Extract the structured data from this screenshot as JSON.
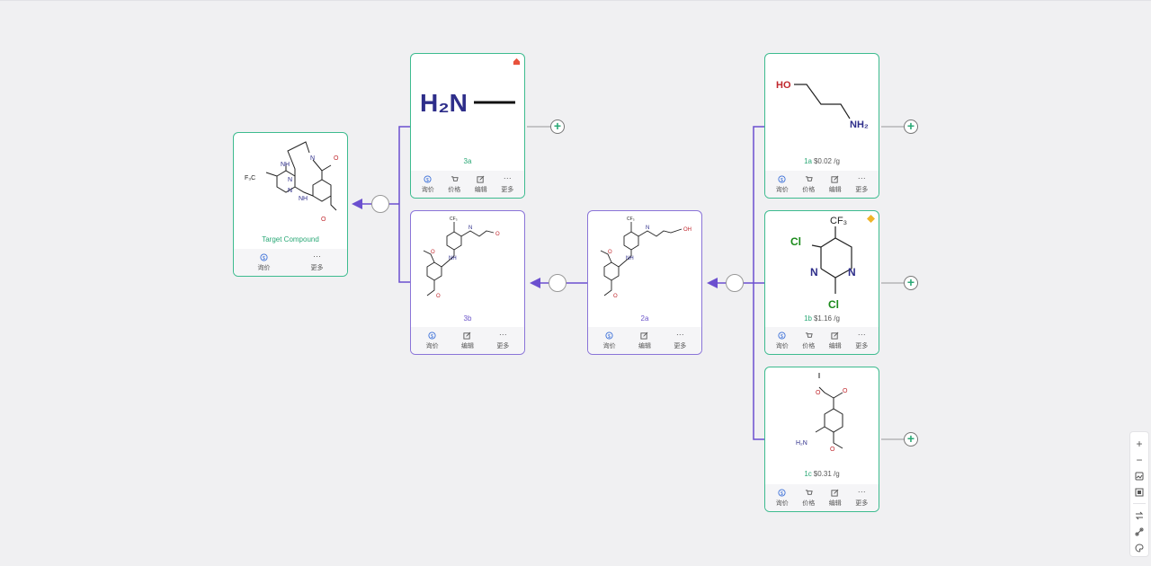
{
  "target": {
    "label": "Target Compound"
  },
  "actions": {
    "quote": "询价",
    "price": "价格",
    "edit": "编辑",
    "more": "更多"
  },
  "nodes": {
    "n3a": {
      "code": "3a",
      "price": ""
    },
    "n3b": {
      "code": "3b",
      "price": ""
    },
    "n2a": {
      "code": "2a",
      "price": ""
    },
    "n1a": {
      "code": "1a",
      "price": "$0.02 /g"
    },
    "n1b": {
      "code": "1b",
      "price": "$1.16 /g"
    },
    "n1c": {
      "code": "1c",
      "price": "$0.31 /g"
    }
  },
  "molecule_text": {
    "h2n": "H₂N",
    "ho": "HO",
    "nh2": "NH₂",
    "cf3": "CF₃",
    "cl": "Cl",
    "n": "N",
    "h2n_small": "H₂N",
    "nh": "NH",
    "f3c": "F₃C",
    "oh": "OH",
    "o": "O"
  },
  "toolbar": {
    "zoom_in": "+",
    "zoom_out": "−"
  },
  "colors": {
    "green": "#3dbb8f",
    "purple": "#8a74d8",
    "arrow": "#6b4fcf"
  }
}
